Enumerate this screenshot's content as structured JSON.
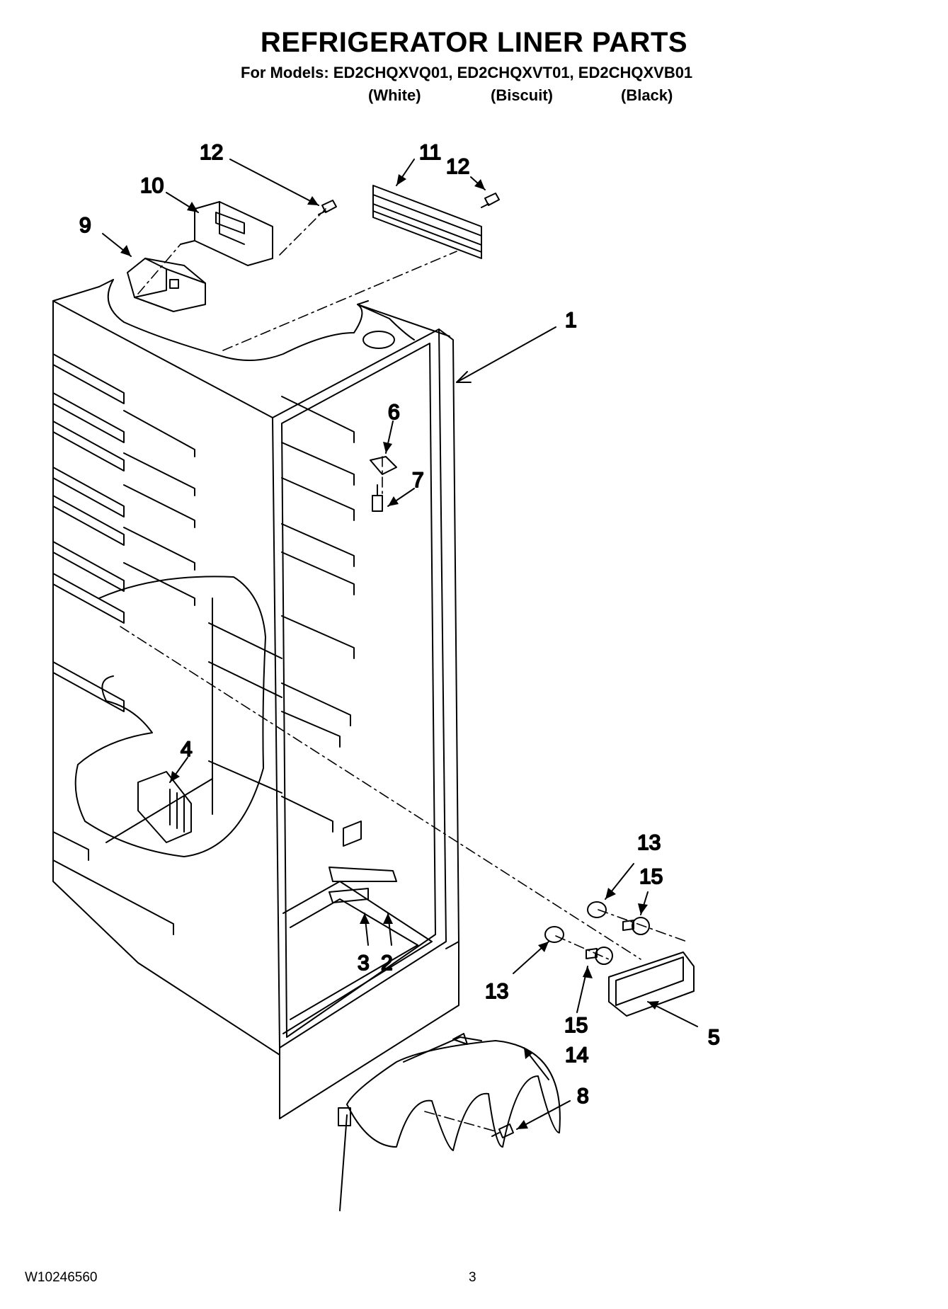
{
  "header": {
    "title": "REFRIGERATOR LINER PARTS",
    "models_line": "For Models: ED2CHQXVQ01, ED2CHQXVT01, ED2CHQXVB01",
    "variants": [
      "(White)",
      "(Biscuit)",
      "(Black)"
    ]
  },
  "callouts": {
    "c1": "1",
    "c2": "2",
    "c3": "3",
    "c4": "4",
    "c5": "5",
    "c6": "6",
    "c7": "7",
    "c8": "8",
    "c9": "9",
    "c10": "10",
    "c11": "11",
    "c12a": "12",
    "c12b": "12",
    "c13a": "13",
    "c13b": "13",
    "c14": "14",
    "c15a": "15",
    "c15b": "15"
  },
  "footer": {
    "doc_code": "W10246560",
    "page": "3"
  }
}
